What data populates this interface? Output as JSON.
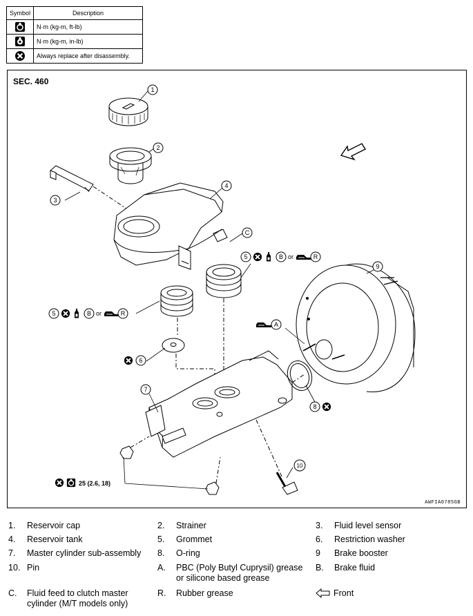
{
  "legend": {
    "header_symbol": "Symbol",
    "header_description": "Description",
    "rows": [
      {
        "icon": "torque-nm-kgm-ftlb-icon",
        "description": "N·m (kg-m, ft-lb)"
      },
      {
        "icon": "torque-nm-kgm-inlb-icon",
        "description": "N·m (kg-m, in-lb)"
      },
      {
        "icon": "always-replace-icon",
        "description": "Always replace after disassembly."
      }
    ]
  },
  "diagram": {
    "section": "SEC. 460",
    "figure_code": "AWFIA0785GB",
    "callouts": {
      "c1": "1",
      "c2": "2",
      "c3": "3",
      "c4": "4",
      "c5a": "5",
      "c5b": "5",
      "c6": "6",
      "c7": "7",
      "c8": "8",
      "c9": "9",
      "c10": "10",
      "cA": "A",
      "cB1": "B",
      "cB2": "B",
      "cC": "C",
      "cR1": "R",
      "cR2": "R"
    },
    "or_text": "or",
    "torque_value": "25 (2.6, 18)"
  },
  "parts": [
    {
      "code": "1.",
      "label": "Reservoir cap"
    },
    {
      "code": "2.",
      "label": "Strainer"
    },
    {
      "code": "3.",
      "label": "Fluid level sensor"
    },
    {
      "code": "4.",
      "label": "Reservoir tank"
    },
    {
      "code": "5.",
      "label": "Grommet"
    },
    {
      "code": "6.",
      "label": "Restriction washer"
    },
    {
      "code": "7.",
      "label": "Master cylinder sub-assembly"
    },
    {
      "code": "8.",
      "label": "O-ring"
    },
    {
      "code": "9",
      "label": "Brake booster"
    },
    {
      "code": "10.",
      "label": "Pin"
    },
    {
      "code": "A.",
      "label": "PBC (Poly Butyl Cuprysil) grease or silicone based grease"
    },
    {
      "code": "B.",
      "label": "Brake fluid"
    },
    {
      "code": "C.",
      "label": "Fluid feed to clutch master cylinder (M/T models only)"
    },
    {
      "code": "R.",
      "label": "Rubber grease"
    },
    {
      "code": "",
      "label": "Front",
      "icon": "front-arrow-icon"
    }
  ],
  "colors": {
    "line": "#000000",
    "background": "#ffffff"
  }
}
